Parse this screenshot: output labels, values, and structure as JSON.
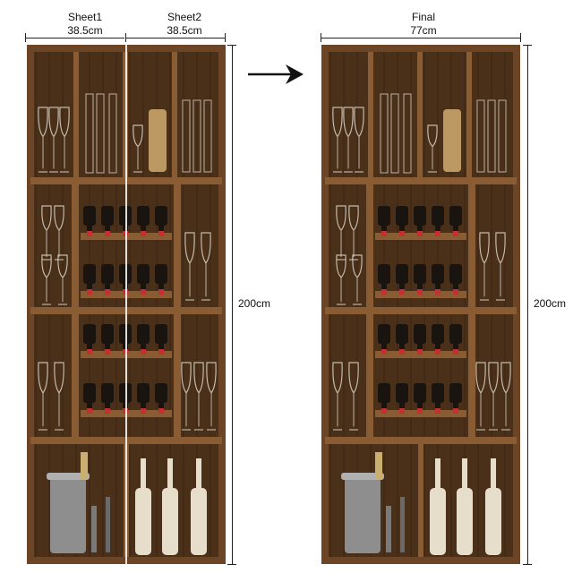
{
  "left": {
    "sheet1": {
      "name": "Sheet1",
      "width": "38.5cm"
    },
    "sheet2": {
      "name": "Sheet2",
      "width": "38.5cm"
    },
    "height": "200cm"
  },
  "right": {
    "name": "Final",
    "width": "77cm",
    "height": "200cm"
  },
  "colors": {
    "wood_dark": "#3a2412",
    "wood_mid": "#6b4526",
    "wood_light": "#8a5c33",
    "back_panel": "#4a2f19",
    "glass": "#d9d3c8",
    "cork": "#c9a56a",
    "arrow": "#111111"
  },
  "icons": {
    "arrow": "right-arrow-icon"
  }
}
